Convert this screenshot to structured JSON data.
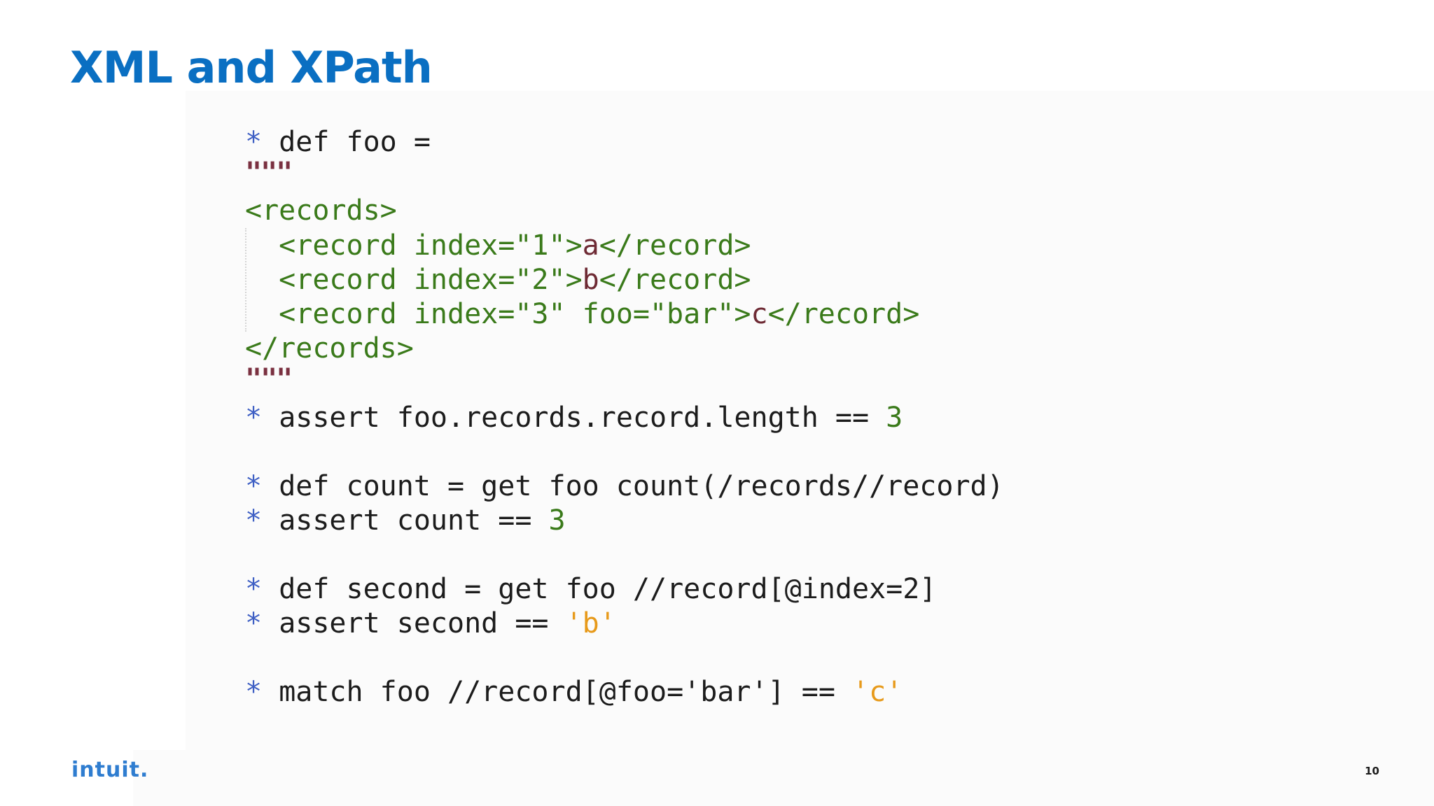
{
  "slide": {
    "title": "XML and XPath",
    "page_number": "10",
    "logo_text": "intuit."
  },
  "code": {
    "bullet": "*",
    "l1": {
      "stmt": "def foo ="
    },
    "open_quotes": "\"\"\"",
    "close_quotes": "\"\"\"",
    "xml": {
      "open": "<records>",
      "r1": {
        "tag": "<record index=\"1\">",
        "text": "a",
        "end": "</record>"
      },
      "r2": {
        "tag": "<record index=\"2\">",
        "text": "b",
        "end": "</record>"
      },
      "r3": {
        "tag": "<record index=\"3\" foo=\"bar\">",
        "text": "c",
        "end": "</record>"
      },
      "close": "</records>"
    },
    "l2": {
      "stmt": "assert foo.records.record.length == ",
      "val": "3"
    },
    "l3": {
      "stmt": "def count = get foo count(/records//record)"
    },
    "l4": {
      "stmt": "assert count == ",
      "val": "3"
    },
    "l5": {
      "stmt": "def second = get foo //record[@index=2]"
    },
    "l6": {
      "stmt": "assert second == ",
      "val": "'b'"
    },
    "l7": {
      "stmt": "match foo //record[@foo='bar'] == ",
      "val": "'c'"
    }
  },
  "colors": {
    "title": "#0a6fc2",
    "bullet": "#3e5fc4",
    "xml_tag": "#3a7a1a",
    "string_literal": "#6e2a34",
    "number": "#3a7a1a",
    "quoted_string": "#e79a1b",
    "logo": "#2f7dd0"
  }
}
